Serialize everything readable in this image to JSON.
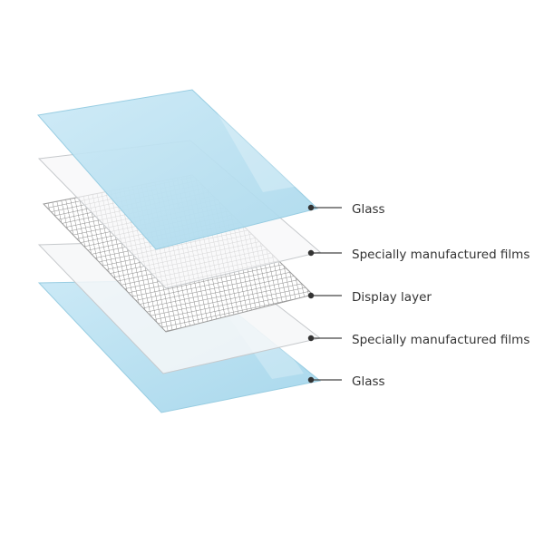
{
  "diagram": {
    "layers": [
      {
        "id": "glass-bottom",
        "label": "Glass",
        "material": "glass"
      },
      {
        "id": "film-bottom",
        "label": "Specially manufactured films",
        "material": "film"
      },
      {
        "id": "display",
        "label": "Display layer",
        "material": "mesh"
      },
      {
        "id": "film-top",
        "label": "Specially manufactured films",
        "material": "film"
      },
      {
        "id": "glass-top",
        "label": "Glass",
        "material": "glass"
      }
    ],
    "colors": {
      "glass_fill": "#bfe3f2",
      "glass_edge": "#98cde2",
      "film_fill": "#f6f7f8",
      "film_edge": "#c6c9cc",
      "mesh_line": "#8d8d8d",
      "leader": "#444444",
      "label": "#333333"
    }
  }
}
